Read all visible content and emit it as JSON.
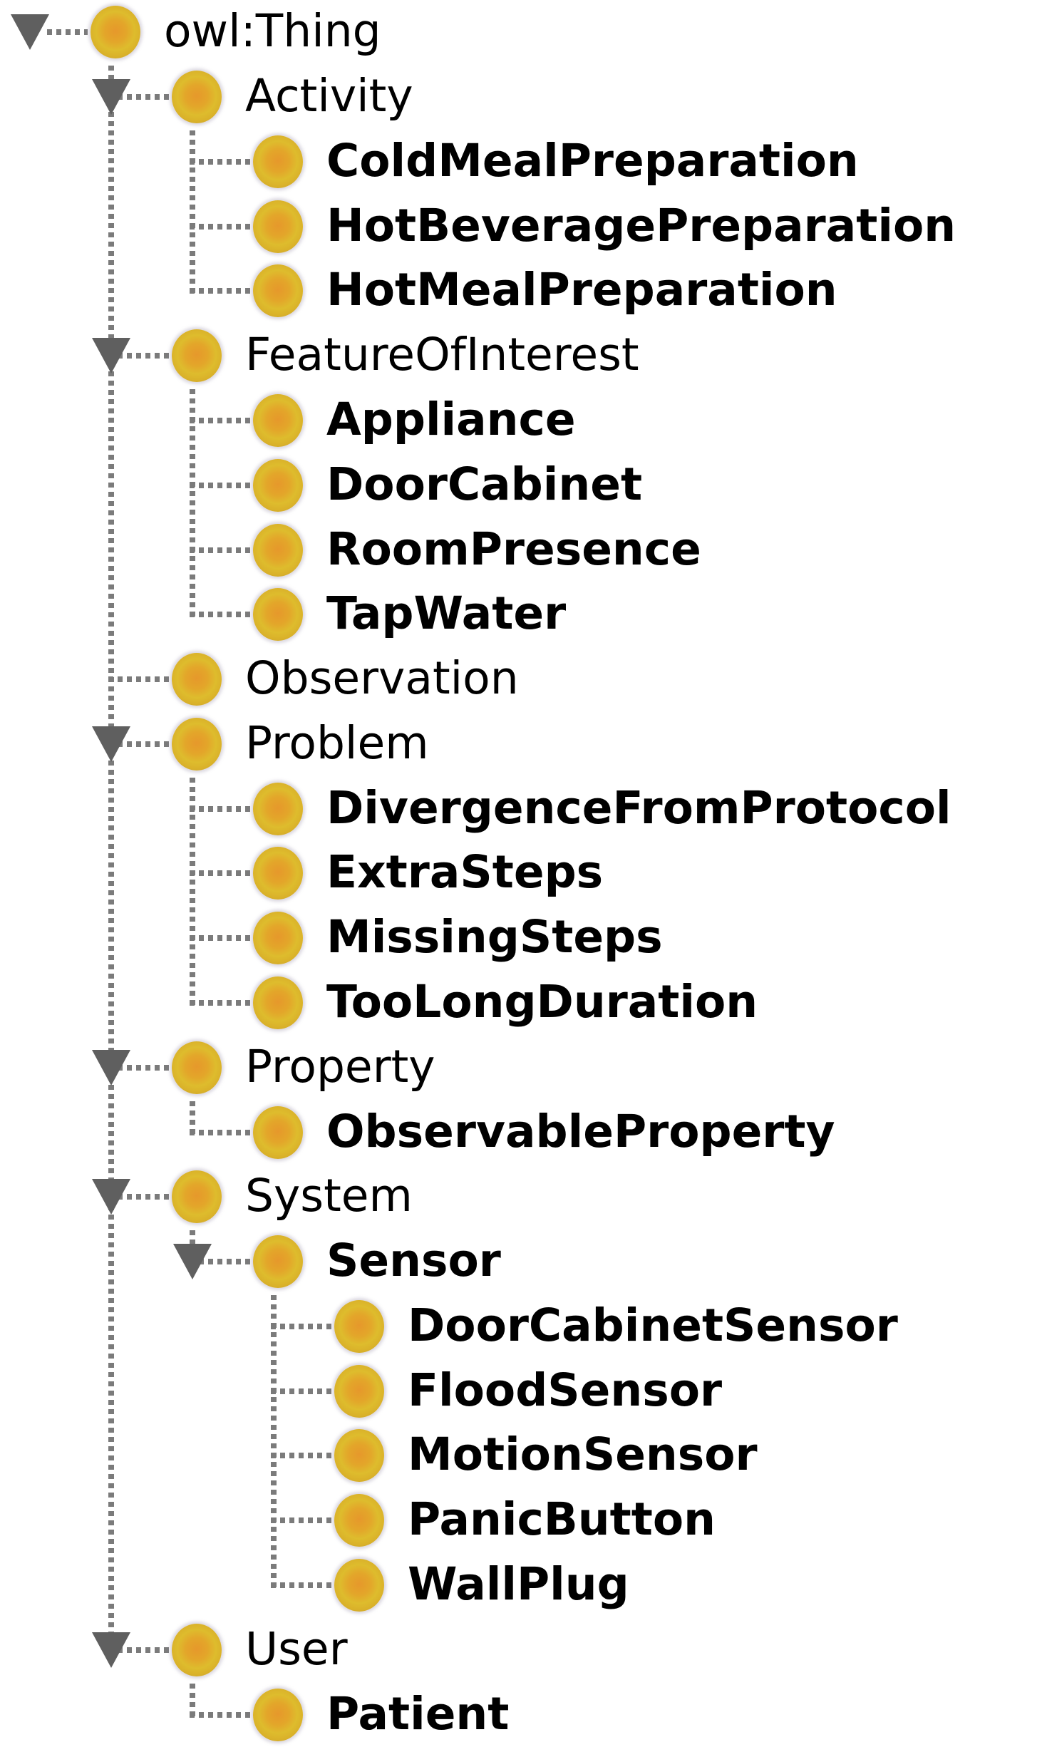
{
  "colors": {
    "background": "#ffffff",
    "text": "#000000",
    "expand_triangle": "#5f5f5f",
    "connector_dots": "#7b7b7b",
    "class_icon_outer": "#c9a22b",
    "class_icon_mid": "#ddb32a",
    "class_icon_center": "#e6982b"
  },
  "tree": {
    "label": "owl:Thing",
    "bold": false,
    "expanded": true,
    "children": [
      {
        "label": "Activity",
        "bold": false,
        "expanded": true,
        "children": [
          {
            "label": "ColdMealPreparation",
            "bold": true
          },
          {
            "label": "HotBeveragePreparation",
            "bold": true
          },
          {
            "label": "HotMealPreparation",
            "bold": true
          }
        ]
      },
      {
        "label": "FeatureOfInterest",
        "bold": false,
        "expanded": true,
        "children": [
          {
            "label": "Appliance",
            "bold": true
          },
          {
            "label": "DoorCabinet",
            "bold": true
          },
          {
            "label": "RoomPresence",
            "bold": true
          },
          {
            "label": "TapWater",
            "bold": true
          }
        ]
      },
      {
        "label": "Observation",
        "bold": false
      },
      {
        "label": "Problem",
        "bold": false,
        "expanded": true,
        "children": [
          {
            "label": "DivergenceFromProtocol",
            "bold": true
          },
          {
            "label": "ExtraSteps",
            "bold": true
          },
          {
            "label": "MissingSteps",
            "bold": true
          },
          {
            "label": "TooLongDuration",
            "bold": true
          }
        ]
      },
      {
        "label": "Property",
        "bold": false,
        "expanded": true,
        "children": [
          {
            "label": "ObservableProperty",
            "bold": true
          }
        ]
      },
      {
        "label": "System",
        "bold": false,
        "expanded": true,
        "children": [
          {
            "label": "Sensor",
            "bold": true,
            "expanded": true,
            "children": [
              {
                "label": "DoorCabinetSensor",
                "bold": true
              },
              {
                "label": "FloodSensor",
                "bold": true
              },
              {
                "label": "MotionSensor",
                "bold": true
              },
              {
                "label": "PanicButton",
                "bold": true
              },
              {
                "label": "WallPlug",
                "bold": true
              }
            ]
          }
        ]
      },
      {
        "label": "User",
        "bold": false,
        "expanded": true,
        "children": [
          {
            "label": "Patient",
            "bold": true
          }
        ]
      }
    ]
  }
}
